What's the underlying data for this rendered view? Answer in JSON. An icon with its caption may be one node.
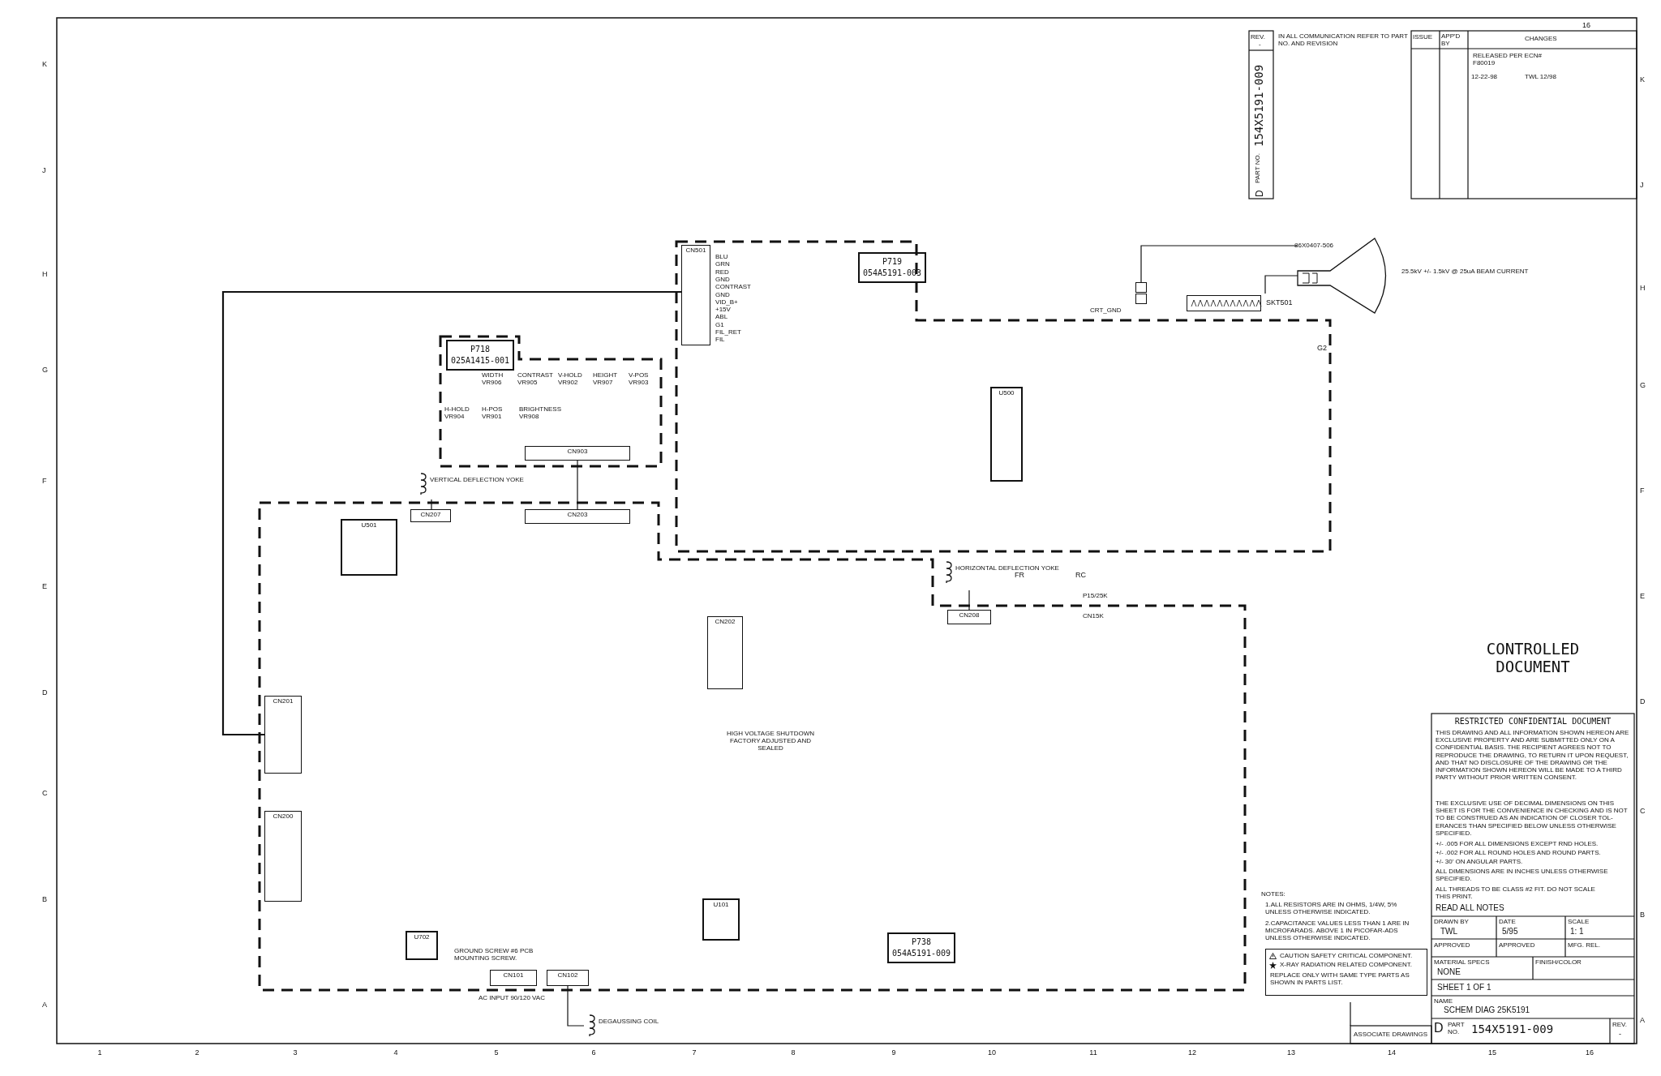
{
  "diagram": {
    "nodes": [
      {
        "text": [
          "P719 054A5191-003"
        ]
      },
      {
        "text": [
          "CN501"
        ],
        "in": 0
      },
      {
        "text": [
          "U500"
        ],
        "in": 0
      },
      {
        "text": [
          "P718 025A1415-001"
        ]
      },
      {
        "text": [
          "CN903"
        ],
        "in": 3
      },
      {
        "text": [
          "P738 054A5191-009"
        ]
      },
      {
        "text": [
          "CN203"
        ],
        "in": 5
      },
      {
        "text": [
          "CN207"
        ],
        "in": 5
      },
      {
        "text": [
          "U501"
        ],
        "in": 5
      },
      {
        "text": [
          "CN201"
        ],
        "in": 5
      },
      {
        "text": [
          "CN200"
        ],
        "in": 5
      },
      {
        "text": [
          "CN202"
        ],
        "in": 5
      },
      {
        "text": [
          "CN208"
        ],
        "in": 5
      },
      {
        "text": [
          "U101"
        ],
        "in": 5
      },
      {
        "text": [
          "U702"
        ],
        "in": 5
      },
      {
        "text": [
          "CN101"
        ],
        "in": 5,
        "beside": [
          "AC INPUT 90/120 VAC"
        ]
      },
      {
        "text": [
          "CN102"
        ],
        "in": 5
      },
      {
        "text": [
          "VERTICAL DEFLECTION YOKE"
        ]
      },
      {
        "text": [
          "HORIZONTAL DEFLECTION YOKE"
        ]
      },
      {
        "text": [
          "SKT501"
        ]
      },
      {
        "text": [
          "CRT_GND"
        ]
      },
      {
        "text": [
          "86X0407-506"
        ],
        "beside": [
          "25.5kV +/- 1.5kV @ 25uA BEAM CURRENT"
        ]
      },
      {
        "text": [
          "DEGAUSSING COIL"
        ]
      }
    ],
    "edges": [
      {
        "from": 4,
        "to": 6,
        "arrow": "none"
      },
      {
        "from": 1,
        "to": 9,
        "arrow": "none"
      },
      {
        "from": 7,
        "to": 17,
        "arrow": "none"
      },
      {
        "from": 12,
        "to": 18,
        "arrow": "none"
      },
      {
        "from": 19,
        "to": 21,
        "arrow": "none"
      },
      {
        "from": 20,
        "to": 21,
        "arrow": "none"
      },
      {
        "from": 16,
        "to": 22,
        "arrow": "none"
      }
    ],
    "labels": [
      "16",
      "REV.",
      "-",
      "D",
      "PART NO.",
      "154X5191-009",
      "IN ALL COMMUNICATION REFER TO PART NO. AND REVISION",
      "ISSUE",
      "APP'D BY",
      "CHANGES",
      "RELEASED PER ECN# F80019",
      "12-22-98",
      "TWL 12/98",
      "K",
      "J",
      "H",
      "G",
      "F",
      "E",
      "D",
      "C",
      "B",
      "A",
      "K",
      "J",
      "H",
      "G",
      "F",
      "E",
      "D",
      "C",
      "B",
      "A",
      "BLU",
      "GRN",
      "RED",
      "GND",
      "CONTRAST",
      "GND",
      "VID_B+",
      "+15V",
      "ABL",
      "G1",
      "FIL_RET",
      "FIL",
      "H-HOLD VR904",
      "WIDTH VR906",
      "H-POS VR901",
      "CONTRAST VR905",
      "BRIGHTNESS VR908",
      "V-HOLD VR902",
      "HEIGHT VR907",
      "V-POS VR903",
      "G2",
      "FR",
      "RC",
      "P15/25K",
      "CN15K",
      "HIGH VOLTAGE SHUTDOWN FACTORY ADJUSTED AND SEALED",
      "CONTROLLED DOCUMENT",
      "GROUND SCREW #6 PCB MOUNTING SCREW.",
      "NOTES:",
      "1.ALL RESISTORS ARE IN OHMS, 1/4W, 5% UNLESS OTHERWISE INDICATED.",
      "2.CAPACITANCE VALUES LESS THAN 1 ARE IN MICROFARADS. ABOVE 1 IN PICOFAR-ADS UNLESS OTHERWISE INDICATED.",
      "REPLACE ONLY WITH SAME TYPE PARTS AS SHOWN IN PARTS LIST.",
      "RESTRICTED CONFIDENTIAL DOCUMENT",
      "THIS DRAWING AND ALL INFORMATION SHOWN HEREON ARE EXCLUSIVE PROPERTY AND ARE SUBMITTED ONLY ON A CONFIDENTIAL BASIS. THE RECIPIENT AGREES NOT TO REPRODUCE THE DRAWING, TO RETURN IT UPON REQUEST, AND THAT NO DISCLOSURE OF THE DRAWING OR THE INFORMATION SHOWN HEREON WILL BE MADE TO A THIRD PARTY WITHOUT PRIOR WRITTEN CONSENT.",
      "THE EXCLUSIVE USE OF DECIMAL DIMENSIONS ON THIS SHEET IS FOR THE CONVENIENCE IN CHECKING AND IS NOT TO BE CONSTRUED AS AN INDICATION OF CLOSER TOL-ERANCES THAN SPECIFIED BELOW UNLESS OTHERWISE SPECIFIED.",
      "+/- .005 FOR ALL DIMENSIONS EXCEPT RND HOLES.",
      "+/- .002 FOR ALL ROUND HOLES AND ROUND PARTS.",
      "+/- 30' ON ANGULAR PARTS.",
      "ALL DIMENSIONS ARE IN INCHES UNLESS OTHERWISE SPECIFIED.",
      "ALL THREADS TO BE CLASS #2 FIT. DO NOT SCALE THIS PRINT.",
      "READ ALL NOTES",
      "DRAWN BY",
      "TWL",
      "DATE",
      "5/95",
      "SCALE",
      "1: 1",
      "APPROVED",
      "APPROVED",
      "MFG. REL.",
      "MATERIAL SPECS",
      "NONE",
      "FINISH/COLOR",
      "SHEET 1 OF 1",
      "NAME",
      "SCHEM DIAG 25K5191",
      "D",
      "PART NO.",
      "154X5191-009",
      "REV.",
      "-",
      "ASSOCIATE DRAWINGS",
      "1",
      "2",
      "3",
      "4",
      "5",
      "6",
      "7",
      "8",
      "9",
      "10",
      "11",
      "12",
      "13",
      "14",
      "15",
      "16"
    ],
    "legend": [
      {
        "text": "CAUTION SAFETY CRITICAL COMPONENT."
      },
      {
        "text": "X-RAY RADIATION RELATED COMPONENT."
      }
    ]
  }
}
